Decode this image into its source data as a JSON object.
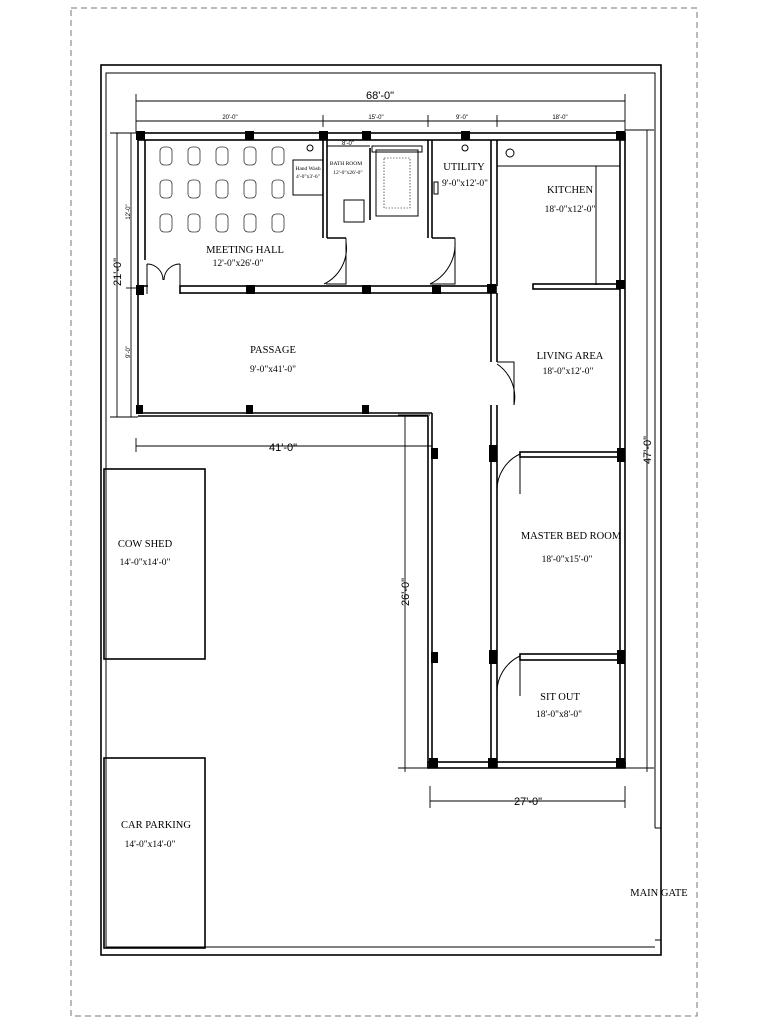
{
  "rooms": {
    "meeting_hall": {
      "name": "MEETING HALL",
      "size": "12'-0\"x26'-0\""
    },
    "hand_wash": {
      "name": "Hand Wash",
      "size": "4'-0\"x3'-6\""
    },
    "bath_room": {
      "name": "BATH ROOM",
      "size": "12'-0\"x26'-0\""
    },
    "utility": {
      "name": "UTILITY",
      "size": "9'-0\"x12'-0\""
    },
    "kitchen": {
      "name": "KITCHEN",
      "size": "18'-0\"x12'-0\""
    },
    "passage": {
      "name": "PASSAGE",
      "size": "9'-0\"x41'-0\""
    },
    "living_area": {
      "name": "LIVING AREA",
      "size": "18'-0\"x12'-0\""
    },
    "cow_shed": {
      "name": "COW SHED",
      "size": "14'-0\"x14'-0\""
    },
    "master_bed_room": {
      "name": "MASTER BED ROOM",
      "size": "18'-0\"x15'-0\""
    },
    "sit_out": {
      "name": "SIT OUT",
      "size": "18'-0\"x8'-0\""
    },
    "car_parking": {
      "name": "CAR PARKING",
      "size": "14'-0\"x14'-0\""
    },
    "main_gate": {
      "name": "MAIN GATE"
    }
  },
  "dimensions": {
    "overall_width": "68'-0\"",
    "segment_1": "20'-0\"",
    "segment_2": "15'-0\"",
    "segment_3": "9'-0\"",
    "segment_4": "18'-0\"",
    "left_height": "21'-0\"",
    "left_upper": "12'-0\"",
    "left_lower": "9'-0\"",
    "passage_length": "41'-0\"",
    "right_height": "47'-0\"",
    "wing_height": "26'-0\"",
    "wing_width": "27'-0\"",
    "bath_width": "8'-0\""
  }
}
